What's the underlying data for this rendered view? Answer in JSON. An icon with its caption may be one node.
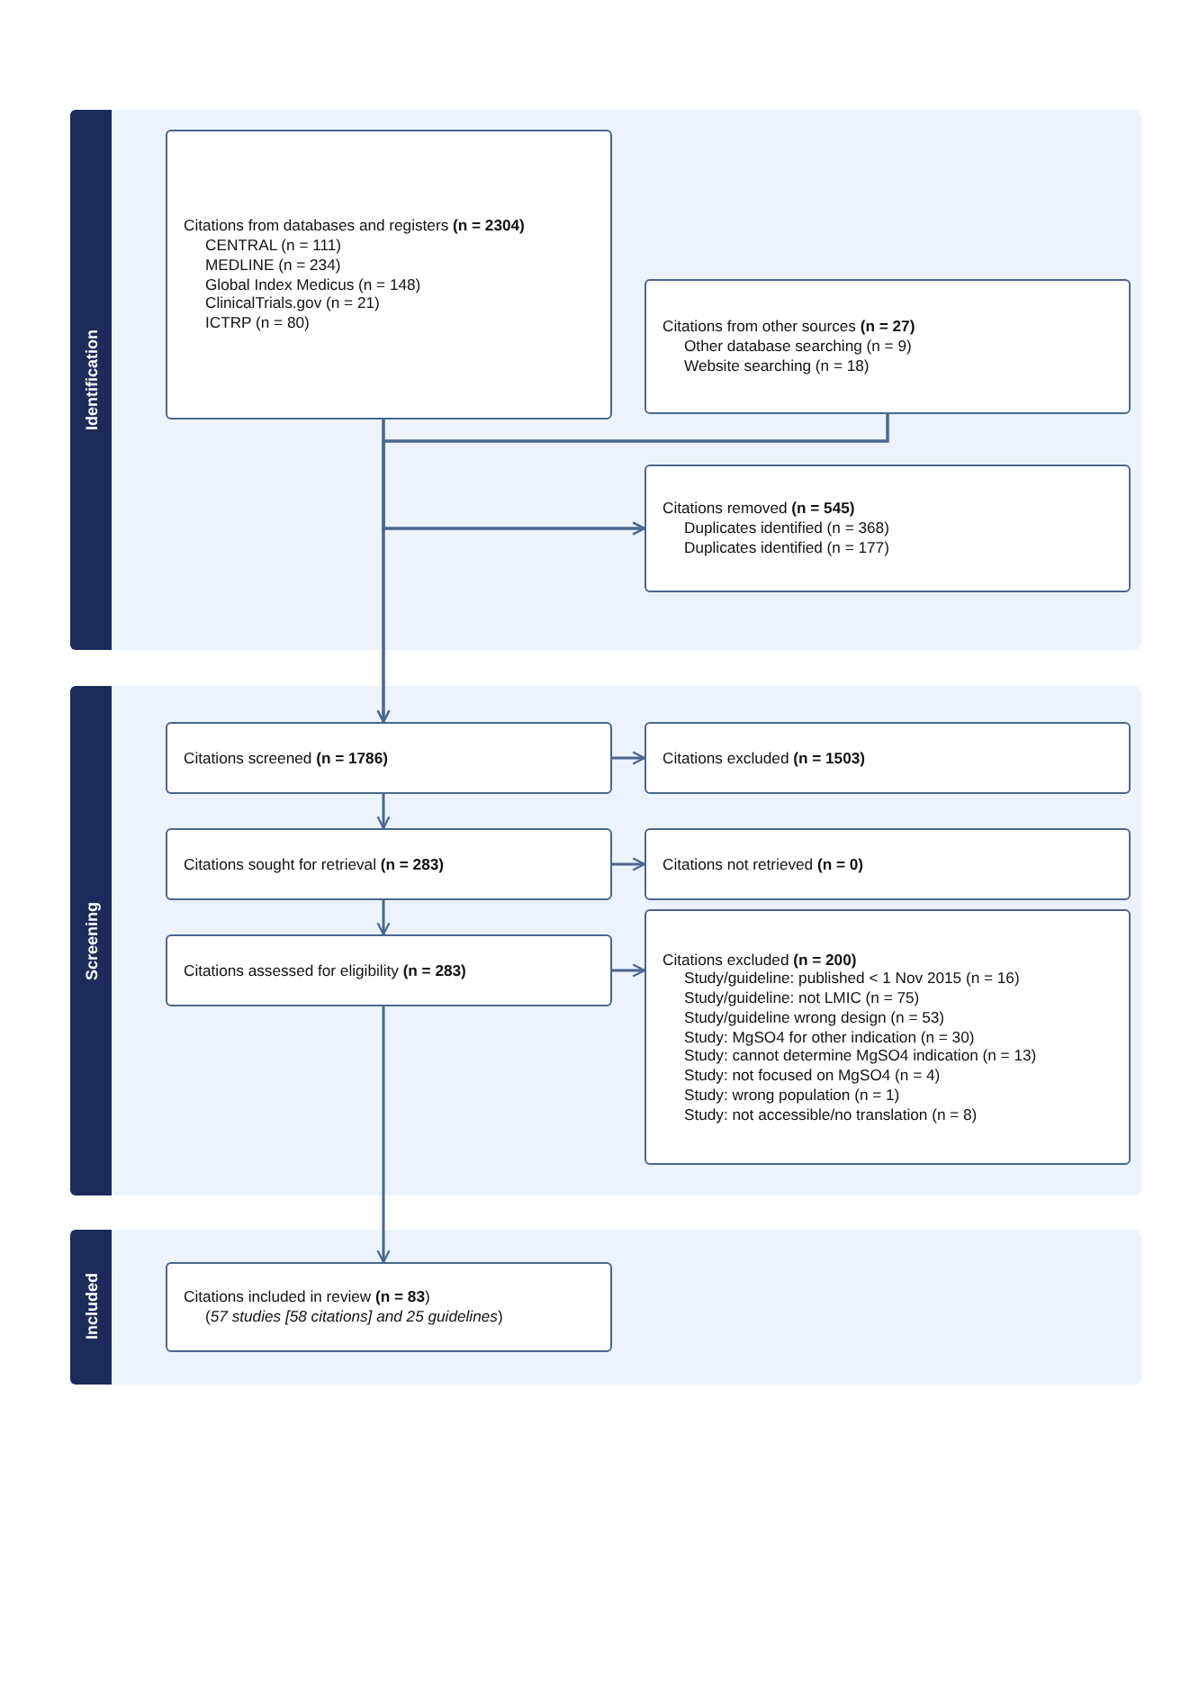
{
  "diagram": {
    "nodes": [
      {
        "text": [
          "Identification"
        ]
      },
      {
        "text": [
          "Citations from databases and registers **(n = 2304)**",
          "CENTRAL (n = 111)",
          "MEDLINE (n = 234)",
          "Global Index Medicus (n = 148)",
          "ClinicalTrials.gov (n = 21)",
          "ICTRP (n = 80)"
        ],
        "in": 0
      },
      {
        "text": [
          "Citations from other sources **(n = 27)**",
          "Other database searching (n = 9)",
          "Website searching (n = 18)"
        ],
        "in": 0
      },
      {
        "text": [
          "Citations removed **(n = 545)**",
          "Duplicates identified (n = 368)",
          "Duplicates identified (n = 177)"
        ],
        "in": 0
      },
      {
        "text": [
          "Screening"
        ]
      },
      {
        "text": [
          "Citations screened **(n = 1786)**"
        ],
        "in": 4
      },
      {
        "text": [
          "Citations excluded **(n = 1503)**"
        ],
        "in": 4
      },
      {
        "text": [
          "Citations sought for retrieval **(n = 283)**"
        ],
        "in": 4
      },
      {
        "text": [
          "Citations not retrieved **(n = 0)**"
        ],
        "in": 4
      },
      {
        "text": [
          "Citations assessed for eligibility **(n = 283)**"
        ],
        "in": 4
      },
      {
        "text": [
          "Citations excluded **(n = 200)**",
          "Study/guideline: published < 1 Nov 2015 (n = 16)",
          "Study/guideline: not LMIC (n = 75)",
          "Study/guideline wrong design (n = 53)",
          "Study: MgSO4 for other indication (n = 30)",
          "Study: cannot determine MgSO4 indication (n = 13)",
          "Study: not focused on MgSO4 (n = 4)",
          "Study: wrong population (n = 1)",
          "Study: not accessible/no translation (n = 8)"
        ],
        "in": 4
      },
      {
        "text": [
          "Included"
        ]
      },
      {
        "text": [
          "Citations included in review **(n = 83**)",
          "(*57 studies [58 citations] and 25 guidelines*)"
        ],
        "in": 11
      }
    ],
    "edges": [
      {
        "from": 1,
        "to": 5,
        "arrow": "to"
      },
      {
        "from": 2,
        "to": 5,
        "arrow": "to"
      },
      {
        "from": 1,
        "to": 3,
        "arrow": "to"
      },
      {
        "from": 2,
        "to": 3,
        "arrow": "to"
      },
      {
        "from": 5,
        "to": 6,
        "arrow": "to"
      },
      {
        "from": 5,
        "to": 7,
        "arrow": "to"
      },
      {
        "from": 7,
        "to": 8,
        "arrow": "to"
      },
      {
        "from": 7,
        "to": 9,
        "arrow": "to"
      },
      {
        "from": 9,
        "to": 10,
        "arrow": "to"
      },
      {
        "from": 9,
        "to": 12,
        "arrow": "to"
      }
    ]
  }
}
